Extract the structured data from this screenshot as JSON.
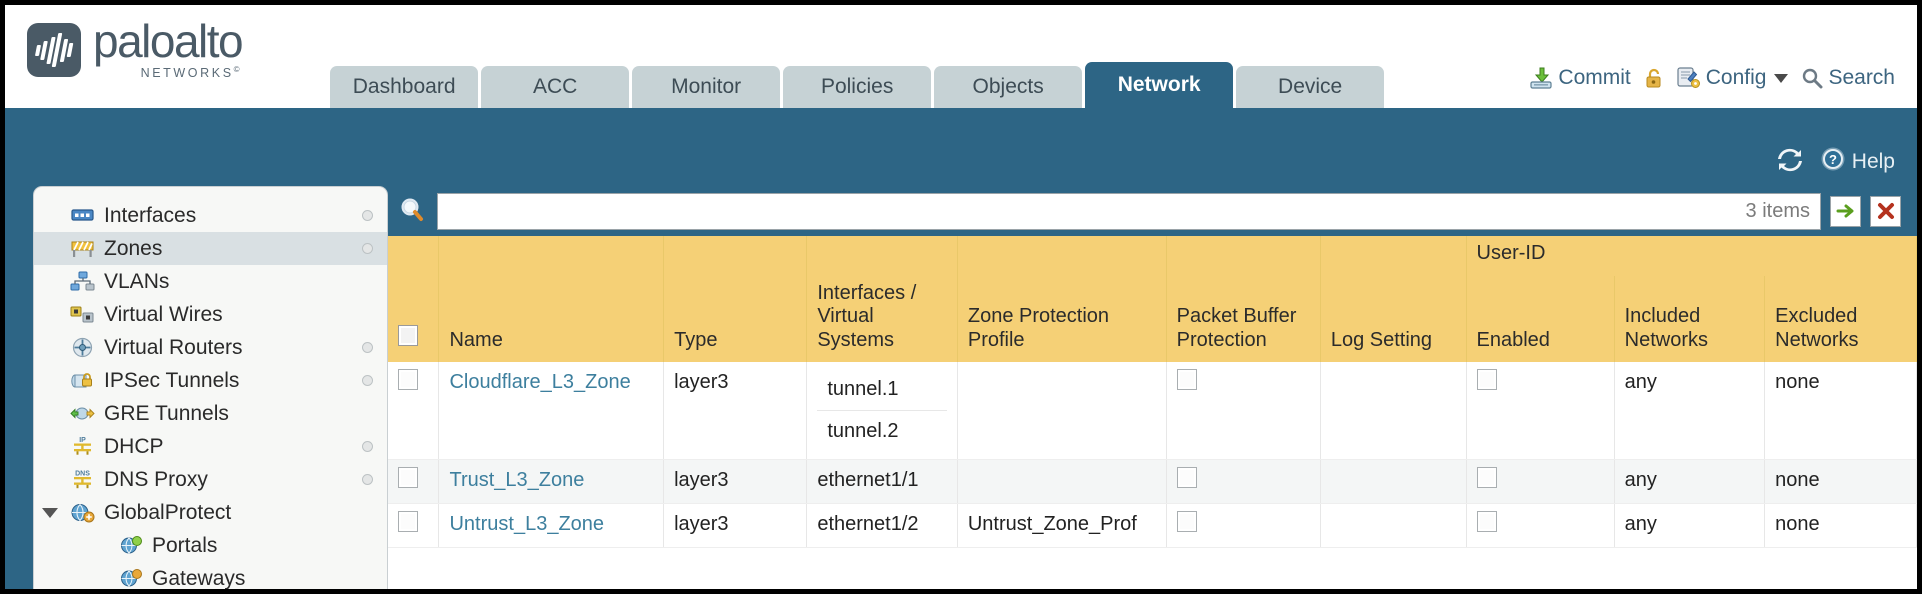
{
  "brand": {
    "name": "paloalto",
    "sub": "NETWORKS",
    "sup": "©"
  },
  "nav": {
    "tabs": [
      {
        "label": "Dashboard",
        "active": false
      },
      {
        "label": "ACC",
        "active": false
      },
      {
        "label": "Monitor",
        "active": false
      },
      {
        "label": "Policies",
        "active": false
      },
      {
        "label": "Objects",
        "active": false
      },
      {
        "label": "Network",
        "active": true
      },
      {
        "label": "Device",
        "active": false
      }
    ]
  },
  "header_actions": {
    "commit": "Commit",
    "config": "Config",
    "search": "Search",
    "lock_icon": "padlock-icon",
    "commit_icon": "commit-download-icon",
    "config_icon": "config-wrench-icon",
    "search_icon": "magnifier-icon",
    "caret_icon": "chevron-down-icon"
  },
  "blueband": {
    "refresh_icon": "refresh-icon",
    "help_label": "Help",
    "help_icon": "help-question-icon"
  },
  "sidebar": {
    "items": [
      {
        "label": "Interfaces",
        "icon": "interfaces-icon",
        "selected": false,
        "dot": true,
        "indent": "normal"
      },
      {
        "label": "Zones",
        "icon": "zones-icon",
        "selected": true,
        "dot": true,
        "indent": "normal"
      },
      {
        "label": "VLANs",
        "icon": "vlans-icon",
        "selected": false,
        "dot": false,
        "indent": "normal"
      },
      {
        "label": "Virtual Wires",
        "icon": "virtual-wires-icon",
        "selected": false,
        "dot": false,
        "indent": "normal"
      },
      {
        "label": "Virtual Routers",
        "icon": "virtual-routers-icon",
        "selected": false,
        "dot": true,
        "indent": "normal"
      },
      {
        "label": "IPSec Tunnels",
        "icon": "ipsec-tunnels-icon",
        "selected": false,
        "dot": true,
        "indent": "normal"
      },
      {
        "label": "GRE Tunnels",
        "icon": "gre-tunnels-icon",
        "selected": false,
        "dot": false,
        "indent": "normal"
      },
      {
        "label": "DHCP",
        "icon": "dhcp-icon",
        "selected": false,
        "dot": true,
        "indent": "normal"
      },
      {
        "label": "DNS Proxy",
        "icon": "dns-proxy-icon",
        "selected": false,
        "dot": true,
        "indent": "normal"
      },
      {
        "label": "GlobalProtect",
        "icon": "globalprotect-icon",
        "selected": false,
        "dot": false,
        "indent": "group"
      },
      {
        "label": "Portals",
        "icon": "portals-icon",
        "selected": false,
        "dot": false,
        "indent": "child"
      },
      {
        "label": "Gateways",
        "icon": "gateways-icon",
        "selected": false,
        "dot": false,
        "indent": "child"
      }
    ]
  },
  "toolbar": {
    "search_placeholder": "",
    "search_value": "",
    "items_count": "3 items",
    "apply_icon": "green-arrow-apply-icon",
    "clear_icon": "red-x-clear-icon",
    "search_icon": "magnifier-icon"
  },
  "table": {
    "group_header": "User-ID",
    "columns": [
      "Name",
      "Type",
      "Interfaces / Virtual Systems",
      "Zone Protection Profile",
      "Packet Buffer Protection",
      "Log Setting",
      "Enabled",
      "Included Networks",
      "Excluded Networks"
    ],
    "rows": [
      {
        "name": "Cloudflare_L3_Zone",
        "type": "layer3",
        "interfaces": [
          "tunnel.1",
          "tunnel.2"
        ],
        "zone_protection_profile": "",
        "packet_buffer_protection": false,
        "log_setting": "",
        "userid_enabled": false,
        "included_networks": "any",
        "excluded_networks": "none"
      },
      {
        "name": "Trust_L3_Zone",
        "type": "layer3",
        "interfaces": [
          "ethernet1/1"
        ],
        "zone_protection_profile": "",
        "packet_buffer_protection": false,
        "log_setting": "",
        "userid_enabled": false,
        "included_networks": "any",
        "excluded_networks": "none"
      },
      {
        "name": "Untrust_L3_Zone",
        "type": "layer3",
        "interfaces": [
          "ethernet1/2"
        ],
        "zone_protection_profile": "Untrust_Zone_Prof",
        "packet_buffer_protection": false,
        "log_setting": "",
        "userid_enabled": false,
        "included_networks": "any",
        "excluded_networks": "none"
      }
    ]
  },
  "colors": {
    "brand_blue": "#2d6585",
    "tab_inactive": "#c6d2d5",
    "table_header": "#f5d076",
    "group_header": "#e3b84f",
    "link": "#3d7f9e"
  }
}
